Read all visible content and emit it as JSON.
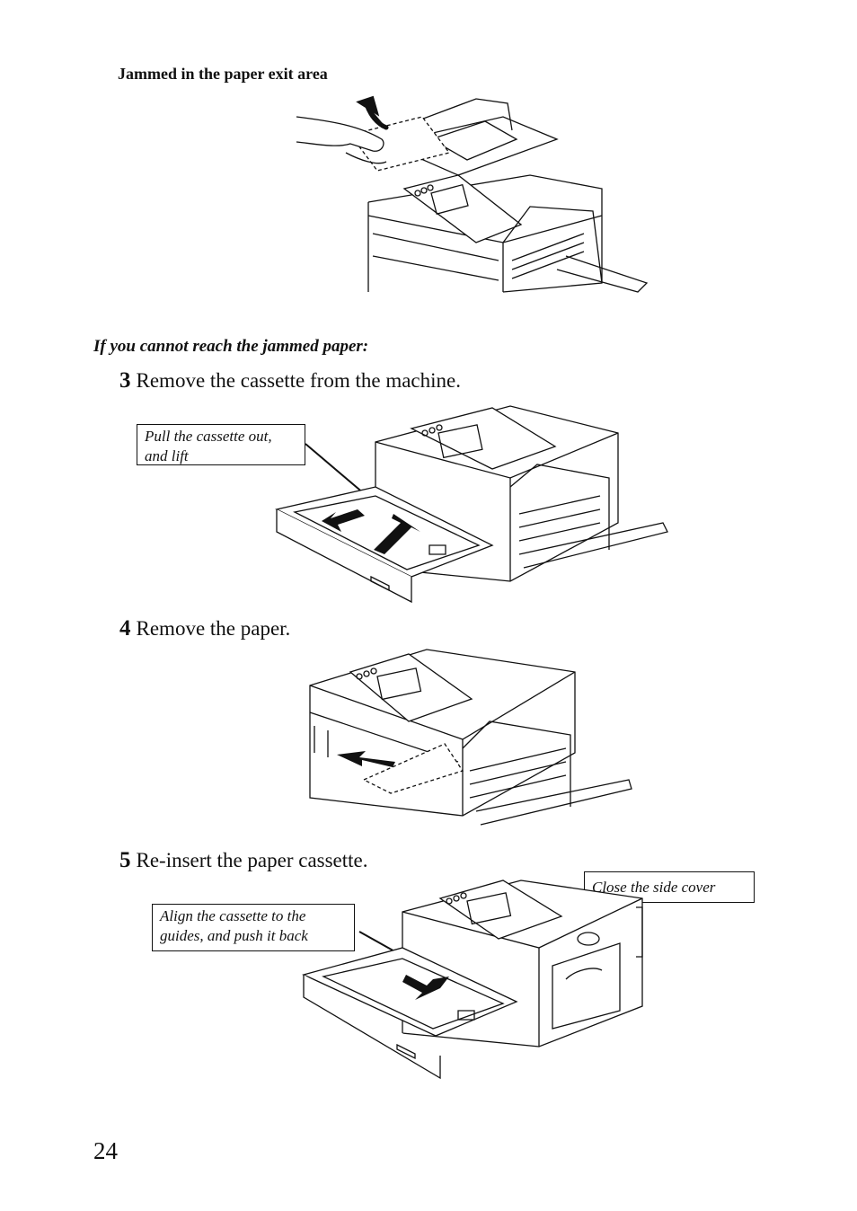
{
  "section_exit": {
    "heading": "Jammed in the paper exit area"
  },
  "section_cannot_reach": {
    "heading": "If you cannot reach the jammed paper:"
  },
  "steps": [
    {
      "number": "3",
      "text": "Remove the cassette from the machine.",
      "callouts": [
        "Pull the cassette out,",
        "and lift"
      ]
    },
    {
      "number": "4",
      "text": "Remove the paper."
    },
    {
      "number": "5",
      "text": "Re-insert the paper cassette.",
      "callouts": [
        "Align the cassette to the",
        "guides, and push it back",
        "Close the side cover"
      ]
    }
  ],
  "page_number": "24",
  "icons": [
    "printer-exit-illustration",
    "cassette-pull-illustration",
    "paper-remove-illustration",
    "cassette-insert-illustration"
  ]
}
